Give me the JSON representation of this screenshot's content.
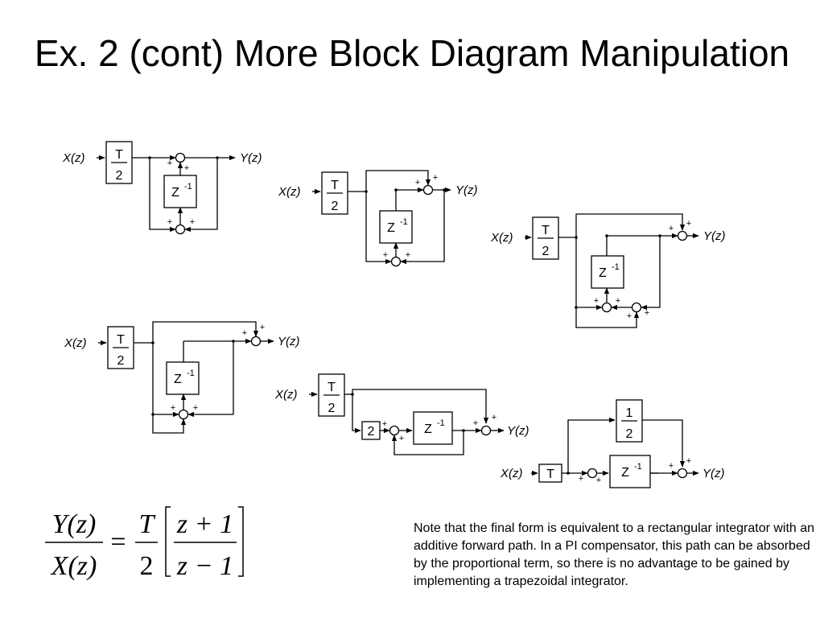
{
  "title": "Ex. 2 (cont) More Block Diagram Manipulation",
  "labels": {
    "input": "X(z)",
    "output": "Y(z)",
    "gain_T": "T",
    "gain_2": "2",
    "delay_base": "Z",
    "delay_exp": "-1",
    "plus": "+",
    "half_num": "1",
    "half_den": "2"
  },
  "equation": {
    "lhs_num": "Y(z)",
    "lhs_den": "X(z)",
    "equals": "=",
    "rhs_gain_num": "T",
    "rhs_gain_den": "2",
    "rhs_num": "z + 1",
    "rhs_den": "z − 1"
  },
  "note": "Note that the final form is equivalent to a rectangular integrator with an additive forward path.  In a PI compensator, this path can be absorbed by the proportional term, so there is no advantage to be gained by implementing a trapezoidal integrator.",
  "colors": {
    "line": "#000000",
    "block_fill": "#ffffff"
  }
}
